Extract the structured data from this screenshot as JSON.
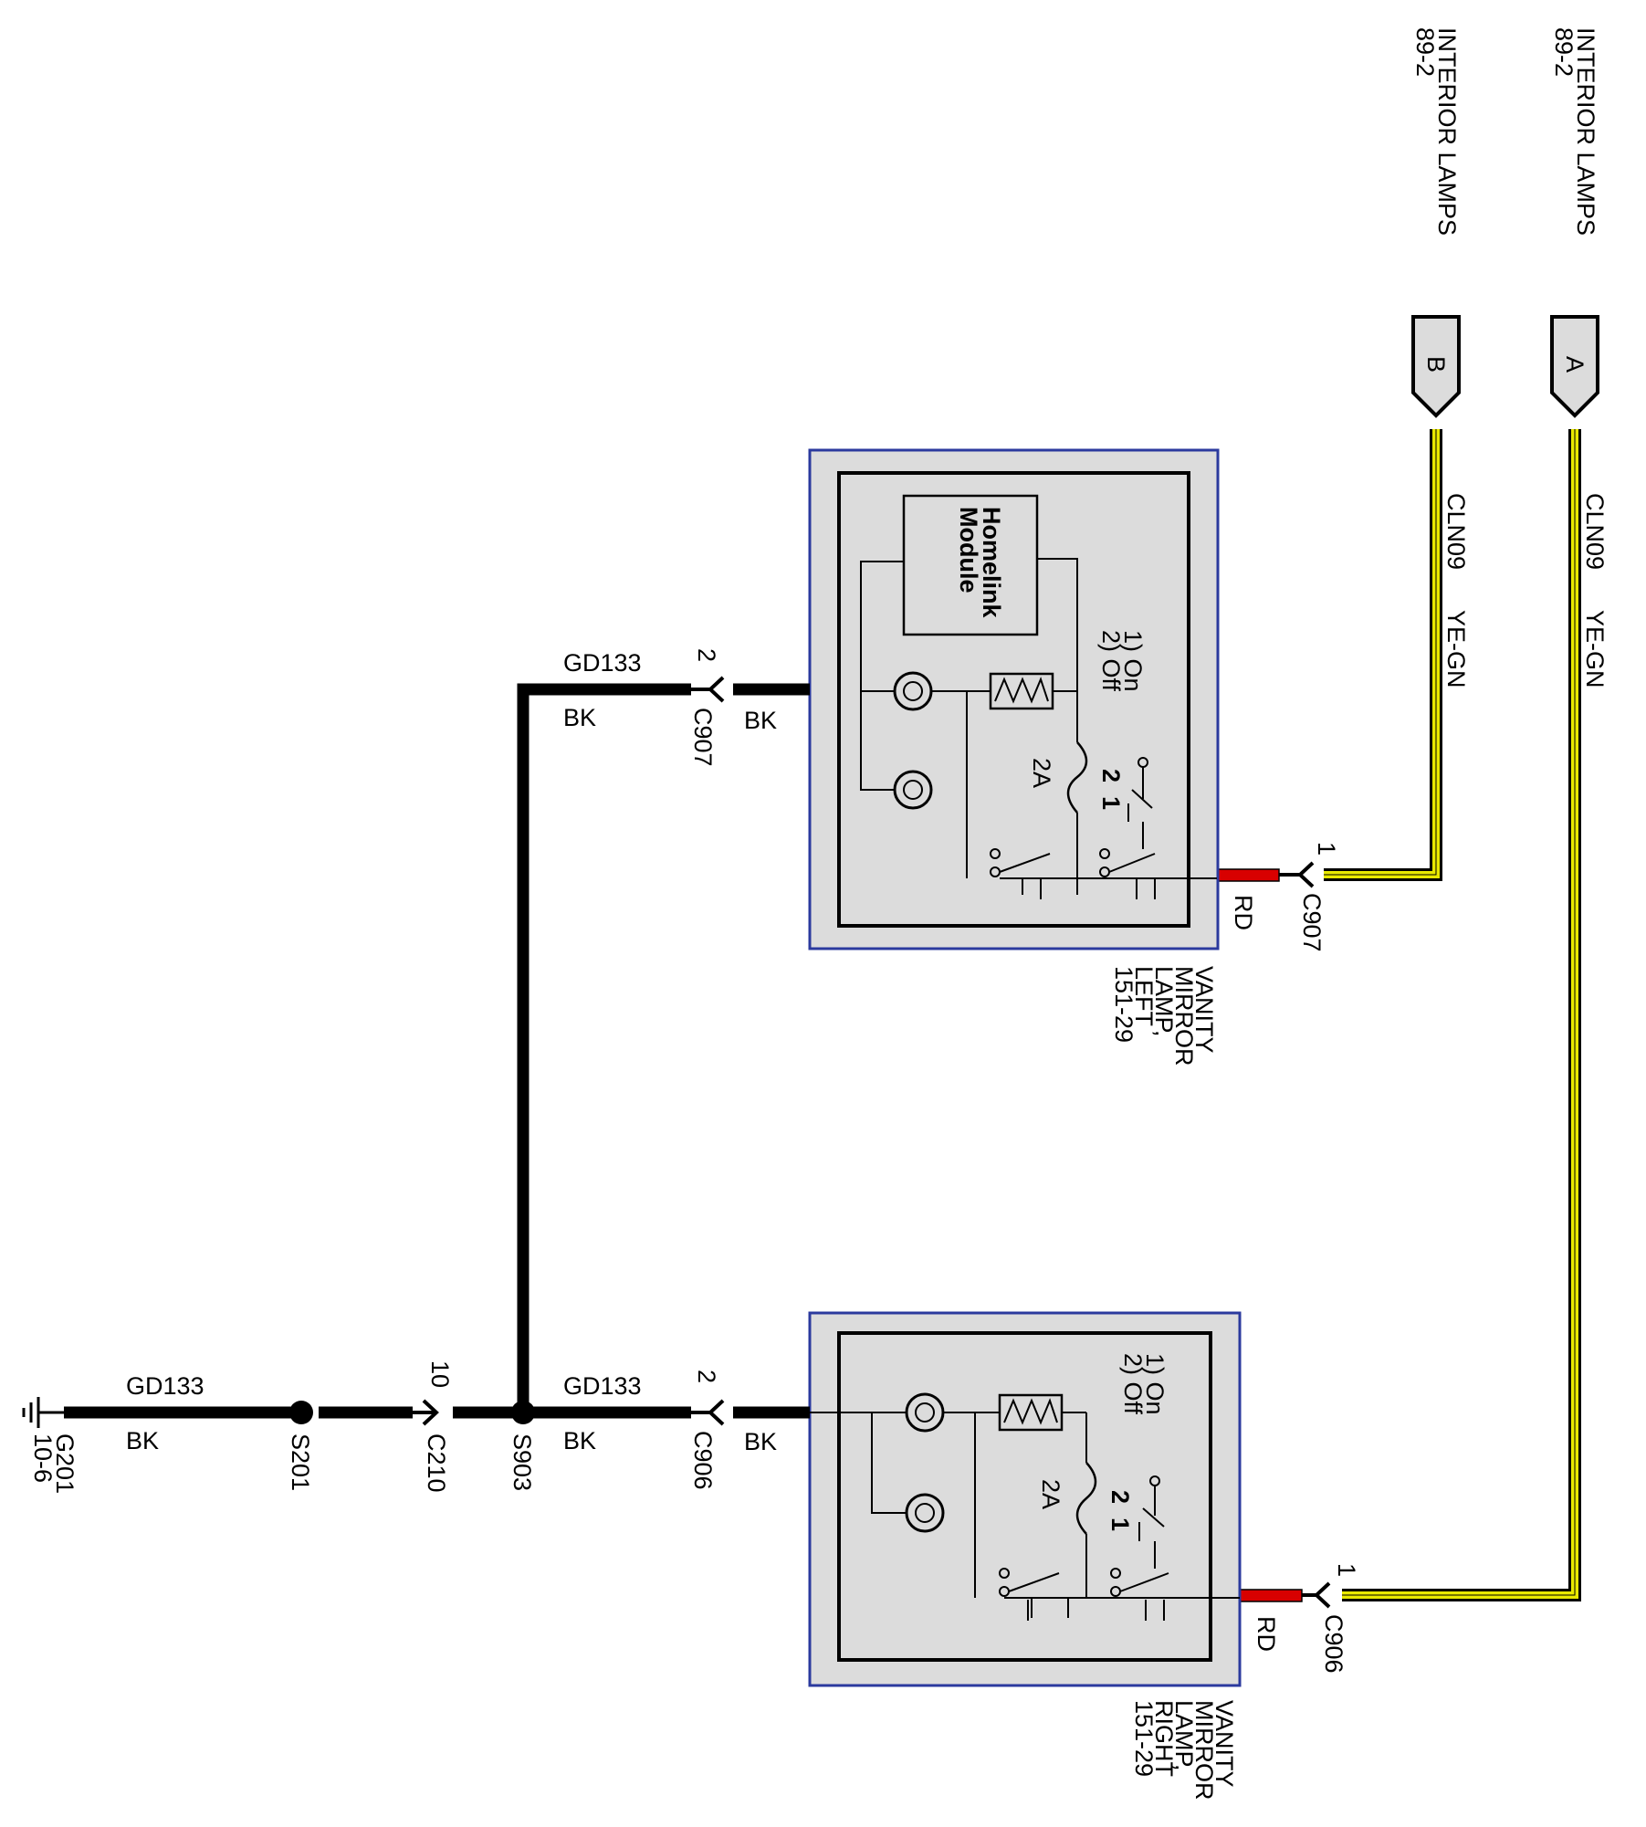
{
  "connectors": {
    "A": {
      "letter": "A",
      "title": "INTERIOR LAMPS",
      "page": "89-2"
    },
    "B": {
      "letter": "B",
      "title": "INTERIOR LAMPS",
      "page": "89-2"
    }
  },
  "wires": {
    "feed_a": {
      "circuit": "CLN09",
      "color": "YE-GN",
      "hex": "#e8e800"
    },
    "feed_b": {
      "circuit": "CLN09",
      "color": "YE-GN",
      "hex": "#e8e800"
    },
    "rd_left": "RD",
    "rd_right": "RD",
    "ground_left_circuit": "GD133",
    "ground_left_color": "BK",
    "ground_left_pigtail": "BK",
    "ground_right_circuit": "GD133",
    "ground_right_color": "BK",
    "ground_right_pigtail": "BK",
    "ground_main_circuit": "GD133",
    "ground_main_color": "BK"
  },
  "connector_pins": {
    "c907_top": {
      "pin": "1",
      "id": "C907"
    },
    "c907_bottom": {
      "pin": "2",
      "id": "C907"
    },
    "c906_top": {
      "pin": "1",
      "id": "C906"
    },
    "c906_bottom": {
      "pin": "2",
      "id": "C906"
    },
    "c210": {
      "pin": "10",
      "id": "C210"
    }
  },
  "splices": {
    "s903": "S903",
    "s201": "S201"
  },
  "ground": {
    "id": "G201",
    "page": "10-6"
  },
  "components": {
    "left": {
      "lines": [
        "VANITY",
        "MIRROR",
        "LAMP,",
        "LEFT",
        "151-29"
      ],
      "module": [
        "Homelink",
        "Module"
      ],
      "switch_legend": [
        "1) On",
        "2) Off"
      ],
      "fuse": "2A",
      "pos2": "2",
      "pos1": "1"
    },
    "right": {
      "lines": [
        "VANITY",
        "MIRROR",
        "LAMP,",
        "RIGHT",
        "151-29"
      ],
      "switch_legend": [
        "1) On",
        "2) Off"
      ],
      "fuse": "2A",
      "pos2": "2",
      "pos1": "1"
    }
  },
  "colors": {
    "box_border": "#2b3a9e",
    "box_fill": "#dcdcdc",
    "power_wire": "#d80000",
    "ground_wire": "#000000"
  }
}
